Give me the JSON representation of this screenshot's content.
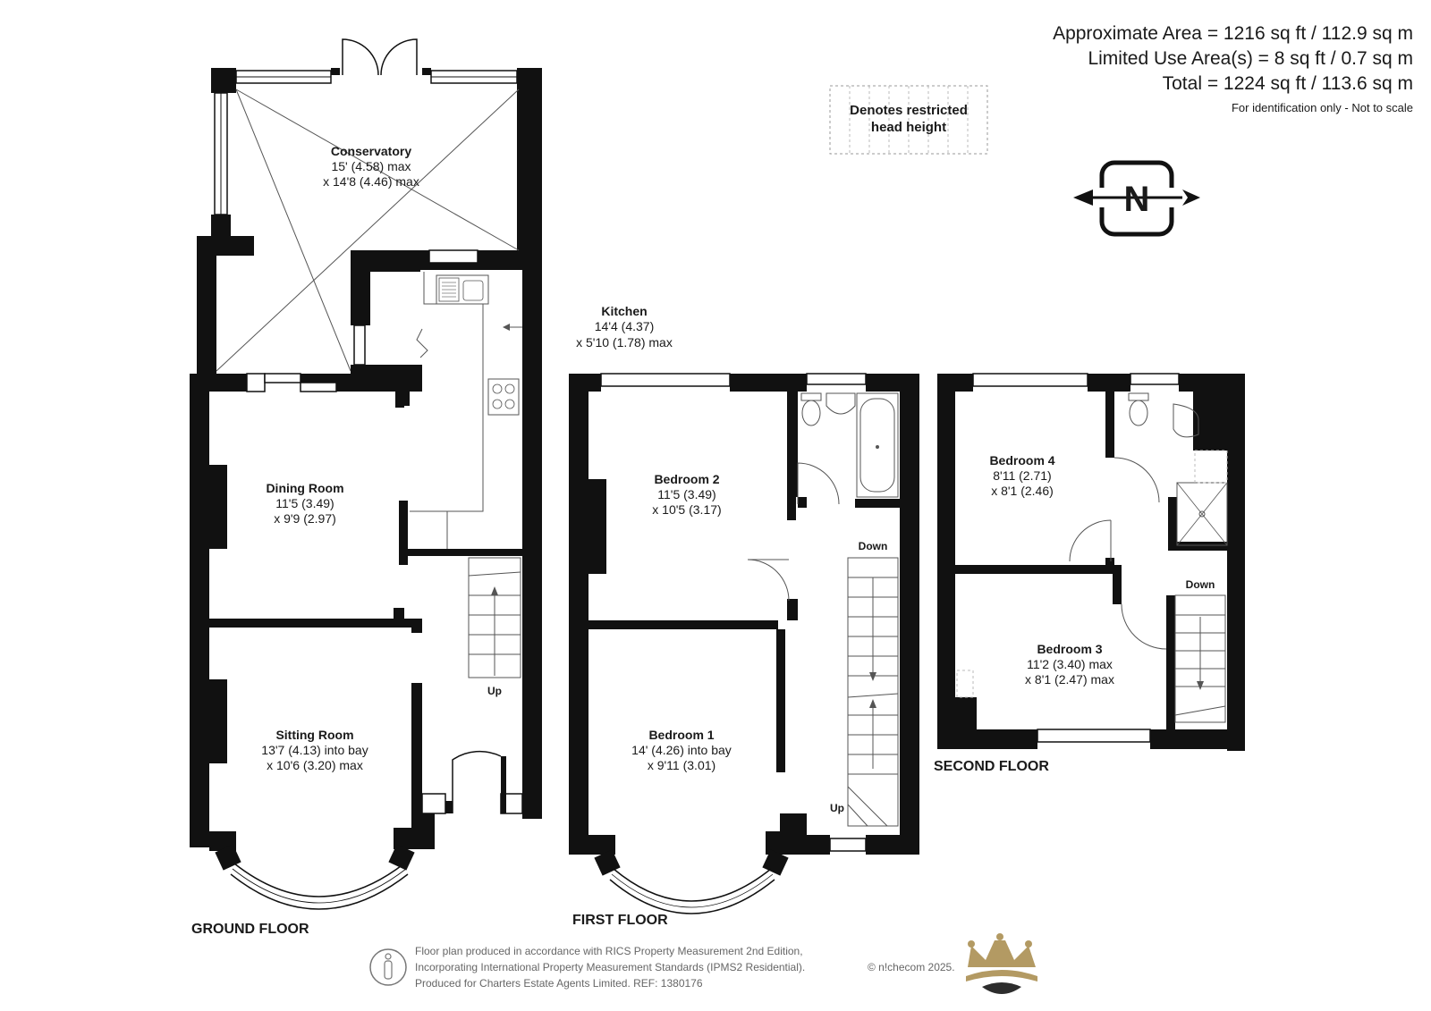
{
  "header": {
    "area_lines": [
      "Approximate Area = 1216 sq ft / 112.9 sq m",
      "Limited Use Area(s) = 8 sq ft / 0.7 sq m",
      "Total = 1224 sq ft / 113.6 sq m"
    ],
    "note": "For identification only - Not to scale"
  },
  "legend": {
    "line1": "Denotes restricted",
    "line2": "head height"
  },
  "compass": {
    "letter": "N"
  },
  "floors": {
    "ground": "GROUND FLOOR",
    "first": "FIRST FLOOR",
    "second": "SECOND FLOOR"
  },
  "rooms": {
    "conservatory": {
      "name": "Conservatory",
      "dim1": "15' (4.58) max",
      "dim2": "x 14'8 (4.46) max"
    },
    "kitchen": {
      "name": "Kitchen",
      "dim1": "14'4 (4.37)",
      "dim2": "x 5'10 (1.78) max"
    },
    "dining": {
      "name": "Dining Room",
      "dim1": "11'5 (3.49)",
      "dim2": "x 9'9 (2.97)"
    },
    "sitting": {
      "name": "Sitting Room",
      "dim1": "13'7 (4.13) into bay",
      "dim2": "x 10'6 (3.20) max"
    },
    "bedroom2": {
      "name": "Bedroom 2",
      "dim1": "11'5 (3.49)",
      "dim2": "x 10'5 (3.17)"
    },
    "bedroom1": {
      "name": "Bedroom 1",
      "dim1": "14' (4.26) into bay",
      "dim2": "x 9'11 (3.01)"
    },
    "bedroom4": {
      "name": "Bedroom 4",
      "dim1": "8'11 (2.71)",
      "dim2": "x 8'1 (2.46)"
    },
    "bedroom3": {
      "name": "Bedroom 3",
      "dim1": "11'2 (3.40) max",
      "dim2": "x 8'1 (2.47) max"
    }
  },
  "stairs": {
    "up": "Up",
    "down": "Down"
  },
  "footer": {
    "line1": "Floor plan produced in accordance with RICS Property Measurement 2nd Edition,",
    "line2": "Incorporating International Property Measurement Standards (IPMS2 Residential).",
    "line3": "Produced for Charters Estate Agents Limited.   REF: 1380176",
    "copyright": "© n!checom 2025."
  },
  "colors": {
    "wall": "#111111",
    "logo_gold": "#b39a63",
    "logo_dark": "#2d2d2d",
    "footer_text": "#666666"
  }
}
